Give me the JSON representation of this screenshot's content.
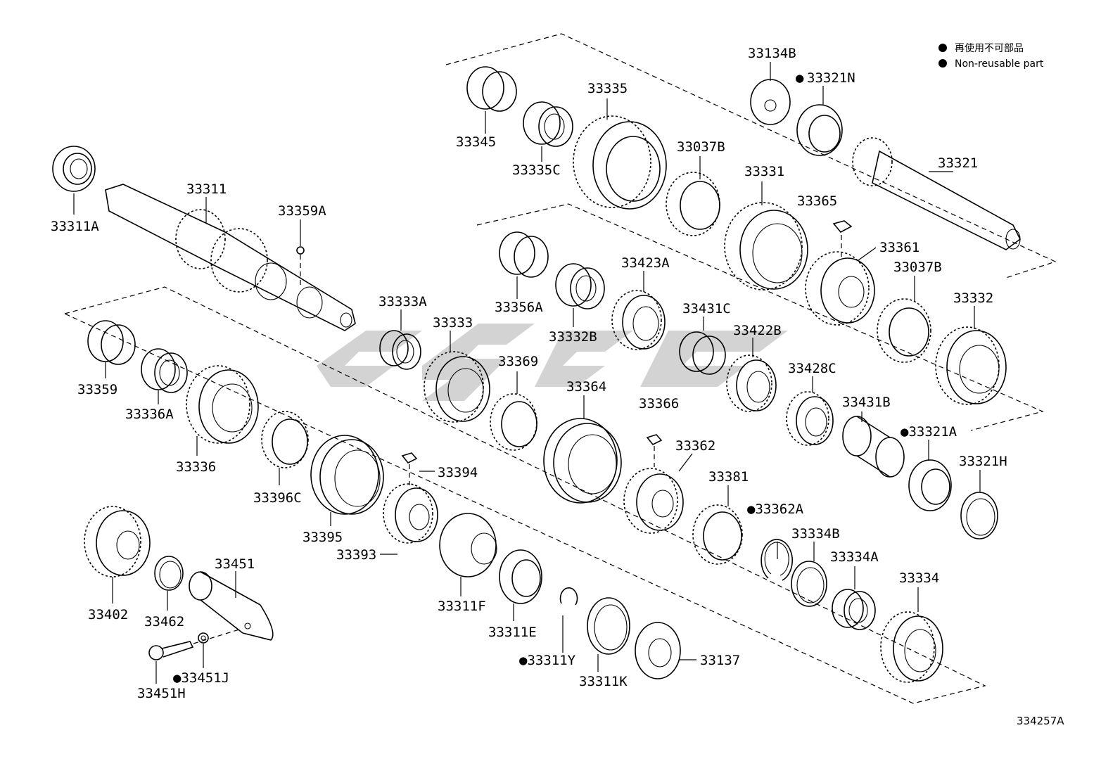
{
  "legend": {
    "items": [
      {
        "text": "再使用不可部品"
      },
      {
        "text": "Non-reusable part"
      }
    ]
  },
  "diagram_id": "334257A",
  "parts": {
    "p33311A": "33311A",
    "p33311": "33311",
    "p33359A": "33359A",
    "p33345": "33345",
    "p33335C": "33335C",
    "p33335": "33335",
    "p33037B_top": "33037B",
    "p33134B": "33134B",
    "p33321N": "33321N",
    "p33321": "33321",
    "p33331": "33331",
    "p33365": "33365",
    "p33361": "33361",
    "p33037B_mid": "33037B",
    "p33332": "33332",
    "p33356A": "33356A",
    "p33332B": "33332B",
    "p33423A": "33423A",
    "p33431C": "33431C",
    "p33422B": "33422B",
    "p33428C": "33428C",
    "p33431B": "33431B",
    "p33321A": "33321A",
    "p33321H": "33321H",
    "p33333A": "33333A",
    "p33333": "33333",
    "p33369": "33369",
    "p33364": "33364",
    "p33366": "33366",
    "p33362": "33362",
    "p33381": "33381",
    "p33362A": "33362A",
    "p33334B": "33334B",
    "p33334A": "33334A",
    "p33334": "33334",
    "p33359": "33359",
    "p33336A": "33336A",
    "p33336": "33336",
    "p33396C": "33396C",
    "p33395": "33395",
    "p33394": "33394",
    "p33393": "33393",
    "p33311F": "33311F",
    "p33311E": "33311E",
    "p33311Y": "33311Y",
    "p33311K": "33311K",
    "p33137": "33137",
    "p33402": "33402",
    "p33462": "33462",
    "p33451": "33451",
    "p33451H": "33451H",
    "p33451J": "33451J"
  }
}
